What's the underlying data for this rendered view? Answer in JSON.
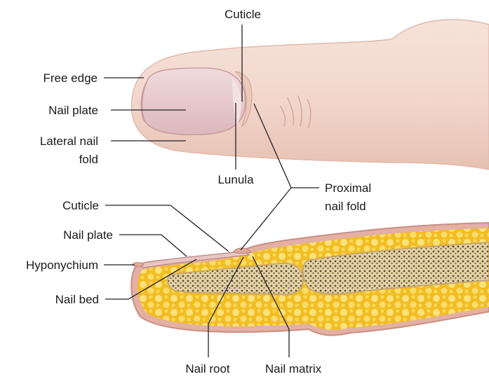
{
  "labels": {
    "cuticle_top": "Cuticle",
    "free_edge": "Free edge",
    "nail_plate_top": "Nail plate",
    "lateral_nail_fold_1": "Lateral nail",
    "lateral_nail_fold_2": "fold",
    "lunula": "Lunula",
    "proximal_nail_fold_1": "Proximal",
    "proximal_nail_fold_2": "nail fold",
    "cuticle_bottom": "Cuticle",
    "nail_plate_bottom": "Nail plate",
    "hyponychium": "Hyponychium",
    "nail_bed": "Nail bed",
    "nail_root": "Nail root",
    "nail_matrix": "Nail matrix"
  },
  "colors": {
    "skin": "#f2d9cf",
    "skin_shadow": "#e2bcad",
    "nail": "#e8cdd0",
    "fat": "#f4c22b",
    "fat_light": "#fbe58a",
    "bone": "#e6d3a8",
    "bone_dots": "#5b4a30",
    "dermis": "#d9a597",
    "leader": "#222222"
  }
}
